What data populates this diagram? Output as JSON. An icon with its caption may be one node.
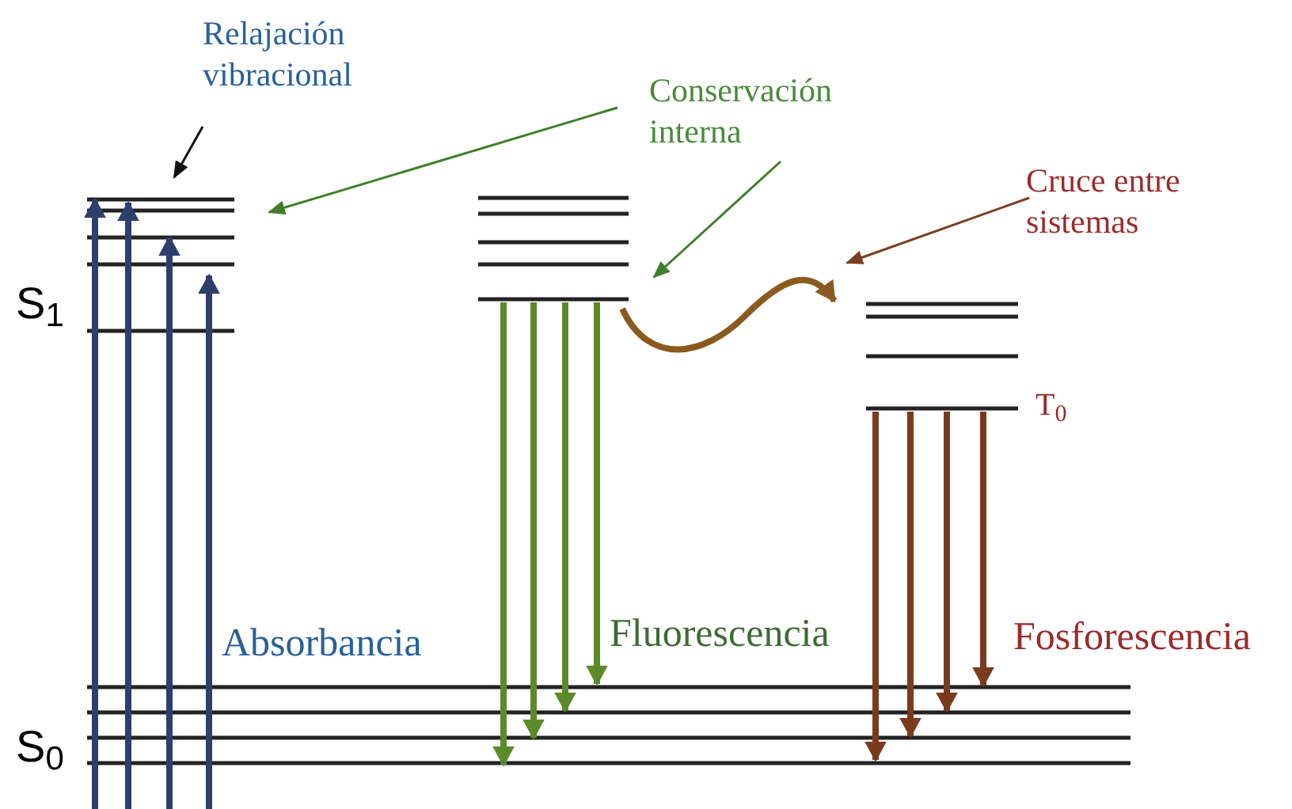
{
  "diagram": {
    "nodes": [
      {
        "text": [
          "Relajación vibracional"
        ]
      },
      {
        "text": [
          "Conservación interna"
        ]
      },
      {
        "text": [
          "Cruce entre sistemas"
        ]
      },
      {
        "text": [],
        "shape": "bar",
        "beside": [
          "S$_{1}$"
        ]
      },
      {
        "text": [],
        "shape": "bar"
      },
      {
        "text": [],
        "shape": "bar",
        "beside": [
          "T$_{0}$"
        ]
      },
      {
        "text": [],
        "shape": "bar",
        "beside": [
          "S$_{0}$"
        ]
      }
    ],
    "edges": [
      {
        "from": 0,
        "to": 3,
        "arrow": "to",
        "color": "#111111"
      },
      {
        "from": 1,
        "to": 3,
        "arrow": "to",
        "color": "#3f7f2a"
      },
      {
        "from": 1,
        "to": 4,
        "arrow": "to",
        "color": "#3f7f2a"
      },
      {
        "from": 2,
        "to": 5,
        "arrow": "to",
        "color": "#7a3f1e"
      },
      {
        "from": 4,
        "to": 5,
        "arrow": "to",
        "color": "#8b5a1e"
      },
      {
        "from": 6,
        "to": 3,
        "arrow": "to",
        "color": "#2e3f6e"
      },
      {
        "from": 6,
        "to": 3,
        "arrow": "to",
        "color": "#2e3f6e"
      },
      {
        "from": 6,
        "to": 3,
        "arrow": "to",
        "color": "#2e3f6e"
      },
      {
        "from": 6,
        "to": 3,
        "arrow": "to",
        "color": "#2e3f6e"
      },
      {
        "from": 4,
        "to": 6,
        "arrow": "to",
        "color": "#5a8a2a"
      },
      {
        "from": 4,
        "to": 6,
        "arrow": "to",
        "color": "#5a8a2a"
      },
      {
        "from": 4,
        "to": 6,
        "arrow": "to",
        "color": "#5a8a2a"
      },
      {
        "from": 4,
        "to": 6,
        "arrow": "to",
        "color": "#5a8a2a"
      },
      {
        "from": 5,
        "to": 6,
        "arrow": "to",
        "color": "#7a3a1e"
      },
      {
        "from": 5,
        "to": 6,
        "arrow": "to",
        "color": "#7a3a1e"
      },
      {
        "from": 5,
        "to": 6,
        "arrow": "to",
        "color": "#7a3a1e"
      },
      {
        "from": 5,
        "to": 6,
        "arrow": "to",
        "color": "#7a3a1e"
      }
    ],
    "labels": [
      "Absorbancia",
      "Fluorescencia",
      "Fosforescencia"
    ]
  }
}
